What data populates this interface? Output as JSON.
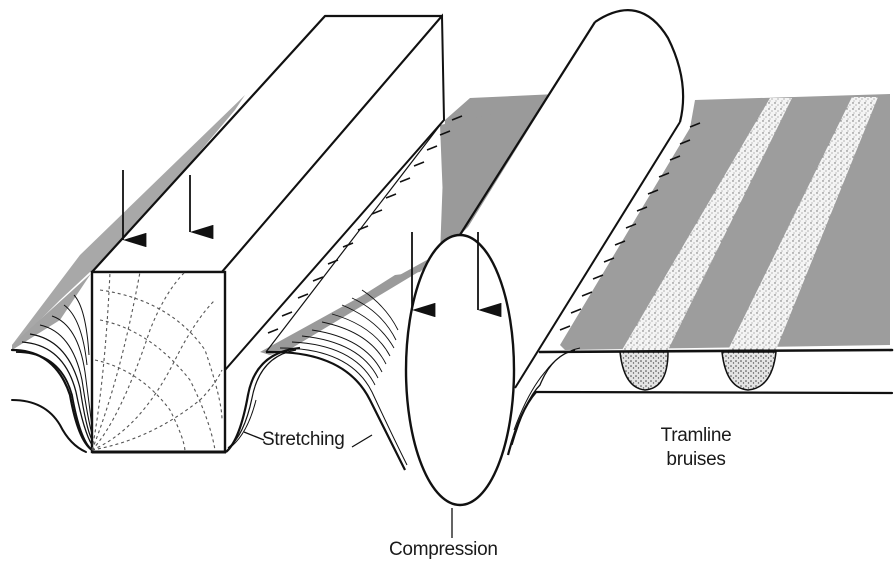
{
  "labels": {
    "stretching": "Stretching",
    "compression": "Compression",
    "tramline_line1": "Tramline",
    "tramline_line2": "bruises"
  },
  "colors": {
    "ink": "#111111",
    "shade": "#9a9a9a",
    "bruise": "#c9c9c9",
    "paper": "#ffffff"
  }
}
